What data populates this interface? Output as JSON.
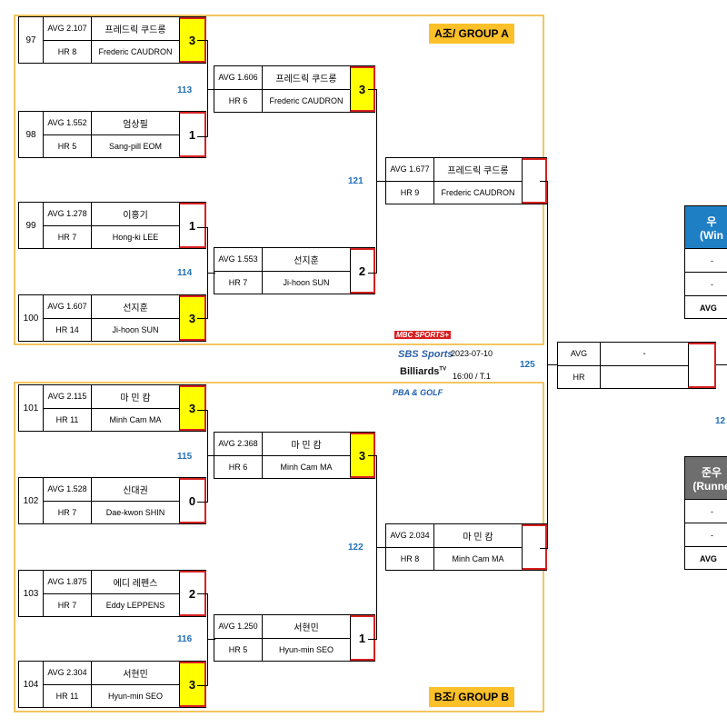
{
  "groups": {
    "a_label": "A조/ GROUP A",
    "b_label": "B조/ GROUP B"
  },
  "round1": [
    {
      "no": "97",
      "avg": "AVG 2.107",
      "hr": "HR 8",
      "name_kr": "프레드릭 쿠드롱",
      "name_en": "Frederic CAUDRON",
      "score": "3",
      "win": true
    },
    {
      "no": "98",
      "avg": "AVG 1.552",
      "hr": "HR 5",
      "name_kr": "엄상필",
      "name_en": "Sang-pill EOM",
      "score": "1",
      "win": false
    },
    {
      "no": "99",
      "avg": "AVG 1.278",
      "hr": "HR 7",
      "name_kr": "이홍기",
      "name_en": "Hong-ki LEE",
      "score": "1",
      "win": false
    },
    {
      "no": "100",
      "avg": "AVG 1.607",
      "hr": "HR 14",
      "name_kr": "선지훈",
      "name_en": "Ji-hoon SUN",
      "score": "3",
      "win": true
    },
    {
      "no": "101",
      "avg": "AVG 2.115",
      "hr": "HR 11",
      "name_kr": "마 민 캄",
      "name_en": "Minh Cam MA",
      "score": "3",
      "win": true
    },
    {
      "no": "102",
      "avg": "AVG 1.528",
      "hr": "HR 7",
      "name_kr": "신대권",
      "name_en": "Dae-kwon SHIN",
      "score": "0",
      "win": false
    },
    {
      "no": "103",
      "avg": "AVG 1.875",
      "hr": "HR 7",
      "name_kr": "에디 레펜스",
      "name_en": "Eddy LEPPENS",
      "score": "2",
      "win": false
    },
    {
      "no": "104",
      "avg": "AVG 2.304",
      "hr": "HR 11",
      "name_kr": "서현민",
      "name_en": "Hyun-min SEO",
      "score": "3",
      "win": true
    }
  ],
  "round2": [
    {
      "no": "113",
      "avg": "AVG 1.606",
      "hr": "HR 6",
      "name_kr": "프레드릭 쿠드롱",
      "name_en": "Frederic CAUDRON",
      "score": "3",
      "win": true
    },
    {
      "no": "114",
      "avg": "AVG 1.553",
      "hr": "HR 7",
      "name_kr": "선지훈",
      "name_en": "Ji-hoon SUN",
      "score": "2",
      "win": false
    },
    {
      "no": "115",
      "avg": "AVG 2.368",
      "hr": "HR 6",
      "name_kr": "마 민 캄",
      "name_en": "Minh Cam MA",
      "score": "3",
      "win": true
    },
    {
      "no": "116",
      "avg": "AVG 1.250",
      "hr": "HR 5",
      "name_kr": "서현민",
      "name_en": "Hyun-min SEO",
      "score": "1",
      "win": false
    }
  ],
  "round3": [
    {
      "no": "121",
      "avg": "AVG 1.677",
      "hr": "HR 9",
      "name_kr": "프레드릭 쿠드롱",
      "name_en": "Frederic CAUDRON",
      "score": "",
      "win": false
    },
    {
      "no": "122",
      "avg": "AVG 2.034",
      "hr": "HR 8",
      "name_kr": "마 민 캄",
      "name_en": "Minh Cam MA",
      "score": "",
      "win": false
    }
  ],
  "final": {
    "no": "125",
    "avg": "AVG",
    "hr": "HR",
    "name": "-",
    "score": ""
  },
  "final_right_no": "12",
  "event": {
    "date": "2023-07-10",
    "time": "16:00 / T.1",
    "logo_mbc": "MBC SPORTS+",
    "logo_sbs": "SBS Sports",
    "logo_billiards": "Billiards",
    "logo_billiards_sup": "TV",
    "logo_pba": "PBA & GOLF"
  },
  "winner_card": {
    "title1": "우",
    "title2": "(Win",
    "dash1": "-",
    "dash2": "-",
    "avg": "AVG",
    "color": "#1f7fc4"
  },
  "runner_card": {
    "title1": "준우",
    "title2": "(Runne",
    "dash1": "-",
    "dash2": "-",
    "avg": "AVG",
    "color": "#6e6e6e"
  },
  "colors": {
    "gold": "#fcc02a",
    "frame": "#f3c560",
    "win": "#ffff00",
    "red": "#d82020",
    "blue": "#1f6fb8"
  }
}
